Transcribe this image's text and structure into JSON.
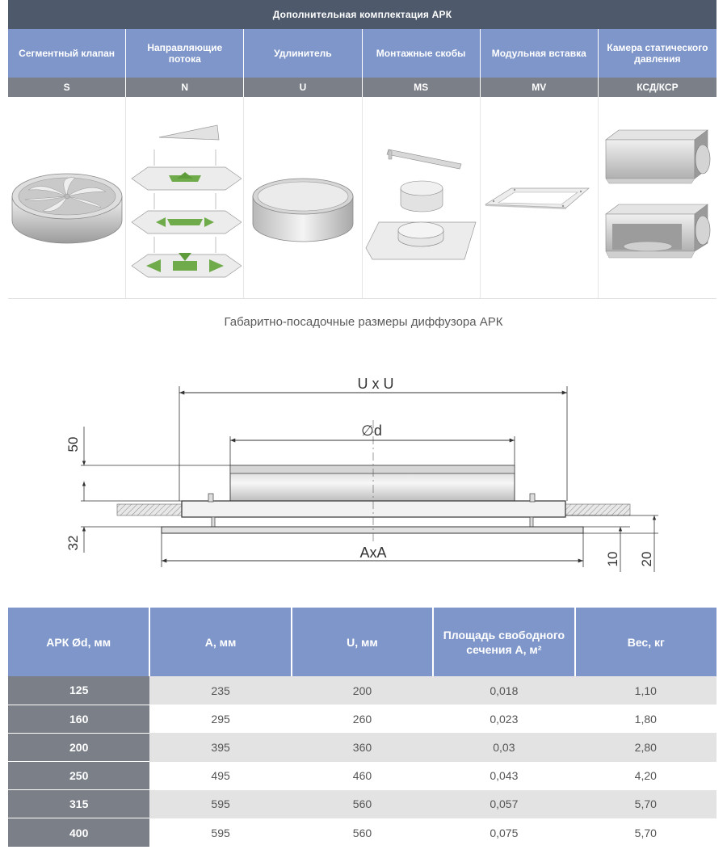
{
  "accessories": {
    "title": "Дополнительная комплектация  АРК",
    "items": [
      {
        "name": "Сегментный клапан",
        "code": "S",
        "icon": "segment-valve-icon"
      },
      {
        "name": "Направляющие потока",
        "code": "N",
        "icon": "flow-guides-icon"
      },
      {
        "name": "Удлинитель",
        "code": "U",
        "icon": "extender-icon"
      },
      {
        "name": "Монтажные скобы",
        "code": "MS",
        "icon": "mounting-brackets-icon"
      },
      {
        "name": "Модульная вставка",
        "code": "MV",
        "icon": "modular-insert-icon"
      },
      {
        "name": "Камера статического давления",
        "code": "КСД/КСР",
        "icon": "plenum-box-icon"
      }
    ]
  },
  "drawing": {
    "title": "Габаритно-посадочные размеры диффузора АРК",
    "labels": {
      "uxu": "U x U",
      "d": "∅d",
      "axa": "AxA",
      "h50": "50",
      "h32": "32",
      "h10": "10",
      "h20": "20"
    }
  },
  "table": {
    "headers": [
      "АРК Ød, мм",
      "А, мм",
      "U, мм",
      "Площадь свободного сечения А, м²",
      "Вес, кг"
    ],
    "rows": [
      [
        "125",
        "235",
        "200",
        "0,018",
        "1,10"
      ],
      [
        "160",
        "295",
        "260",
        "0,023",
        "1,80"
      ],
      [
        "200",
        "395",
        "360",
        "0,03",
        "2,80"
      ],
      [
        "250",
        "495",
        "460",
        "0,043",
        "4,20"
      ],
      [
        "315",
        "595",
        "560",
        "0,057",
        "5,70"
      ],
      [
        "400",
        "595",
        "560",
        "0,075",
        "5,70"
      ]
    ]
  }
}
